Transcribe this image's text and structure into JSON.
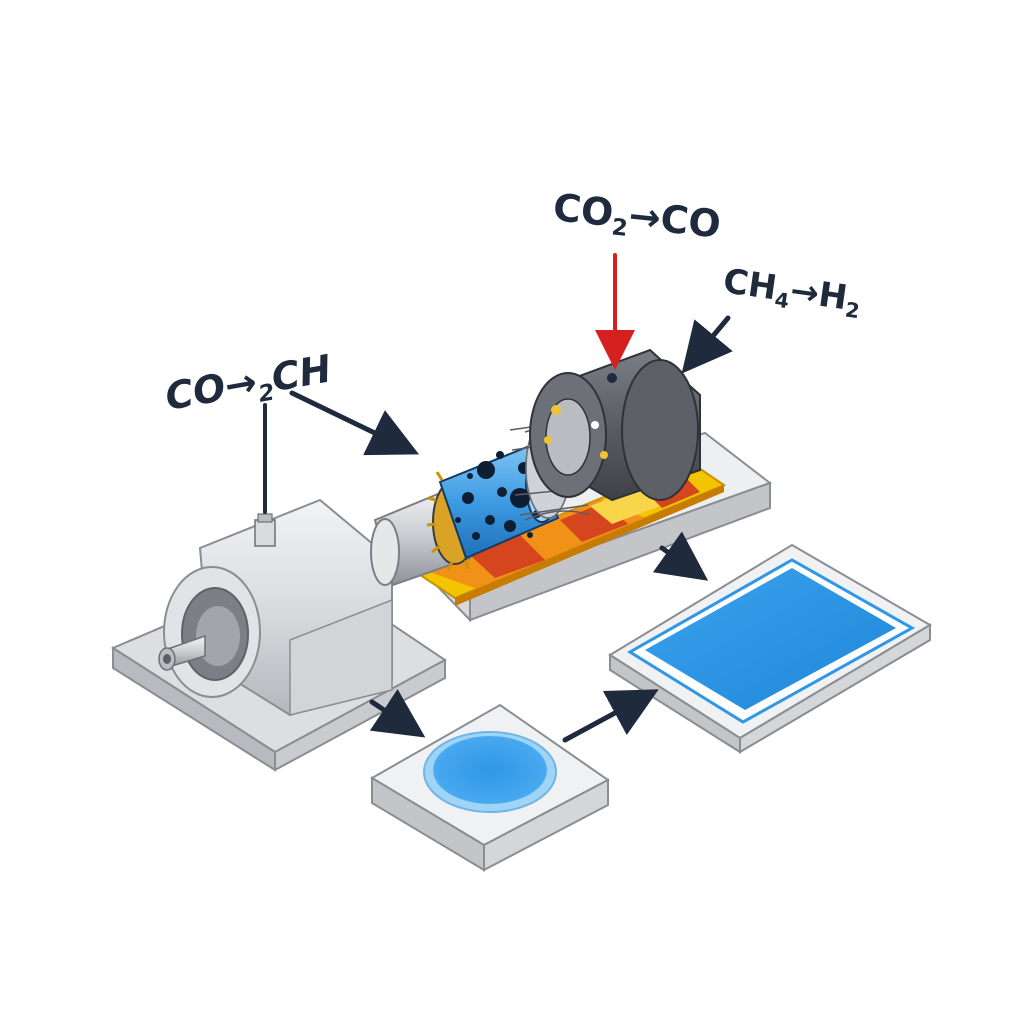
{
  "labels": {
    "left": {
      "main": "CO→",
      "sub": "2",
      "tail": "CH"
    },
    "top": {
      "main1": "CO",
      "sub": "2",
      "arrow": "→",
      "main2": "CO"
    },
    "right": {
      "main1": "CH",
      "sub1": "4",
      "arrow": "→",
      "main2": "H",
      "sub2": "2"
    }
  },
  "colors": {
    "ink": "#1f2a3c",
    "co2_input_arrow": "#d62020",
    "heater_yellow": "#f5c400",
    "heater_orange": "#f08a1c",
    "heater_red": "#d6461e",
    "catalyst_blue": "#3d9be3",
    "output_blue": "#2f97e6",
    "motor_gray": "#d6d8dc",
    "reactor_dark": "#5d6167"
  },
  "icons": [
    "motor-icon",
    "catalyst-cylinder-icon",
    "reactor-head-icon",
    "heater-plate-icon",
    "collector-tray-icon",
    "output-dish-icon"
  ]
}
